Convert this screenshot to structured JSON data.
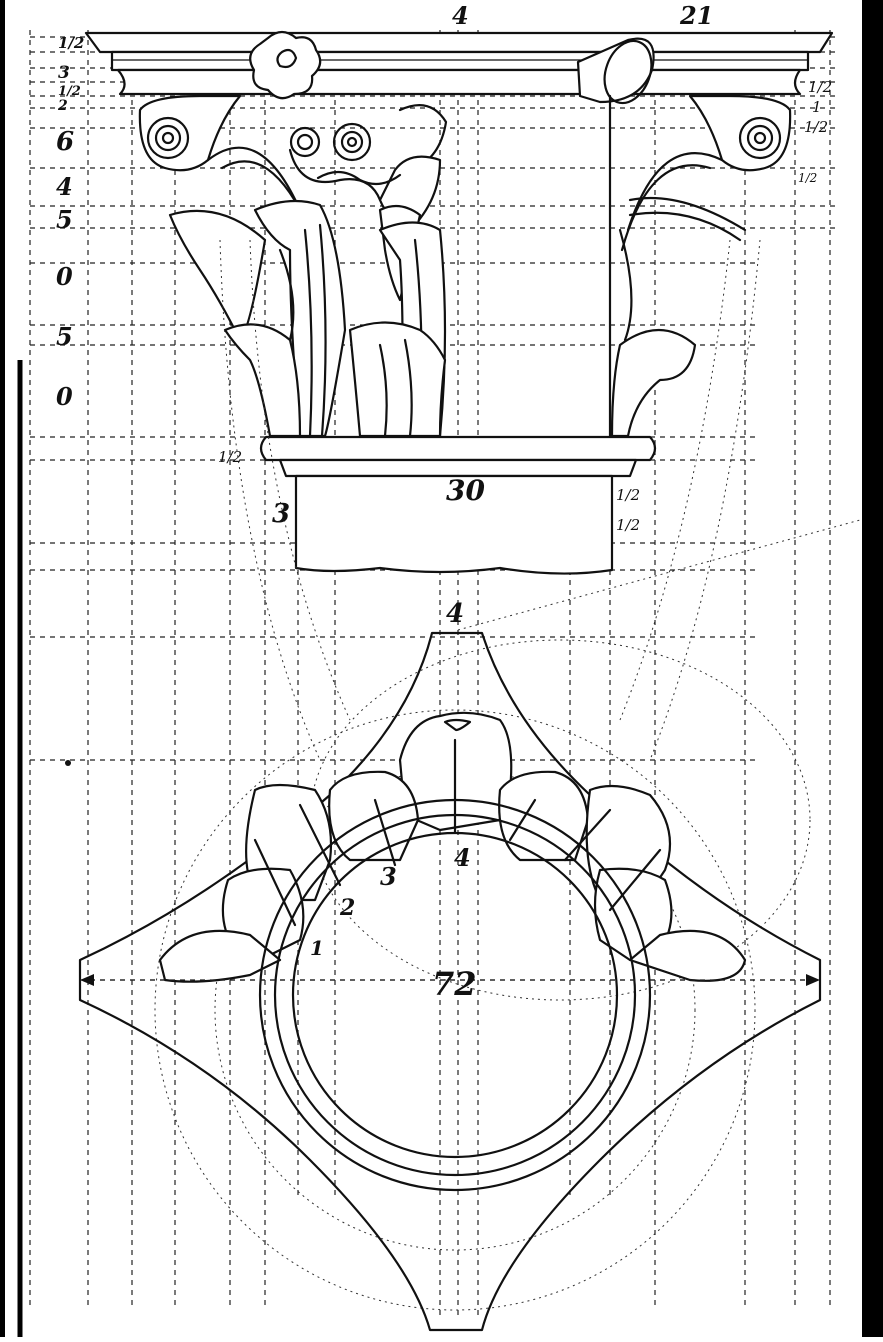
{
  "drawing": {
    "side_labels": [
      "1/2",
      "3",
      "1/2",
      "2",
      "6",
      "4",
      "5",
      "0",
      "5",
      "0"
    ],
    "right_labels": [
      "1/2",
      "1",
      "1/2",
      "1/2"
    ],
    "top_center_label": "4",
    "top_right_label": "21",
    "abacus_label": "1/2",
    "neck_left_label": "3",
    "neck_center_label": "30",
    "neck_right_label": "1/2",
    "neck_right_label_2": "1/2",
    "plan_top_label": "4",
    "plan_leaf_labels": [
      "1",
      "2",
      "3",
      "4"
    ],
    "plan_diameter_label": "72"
  }
}
